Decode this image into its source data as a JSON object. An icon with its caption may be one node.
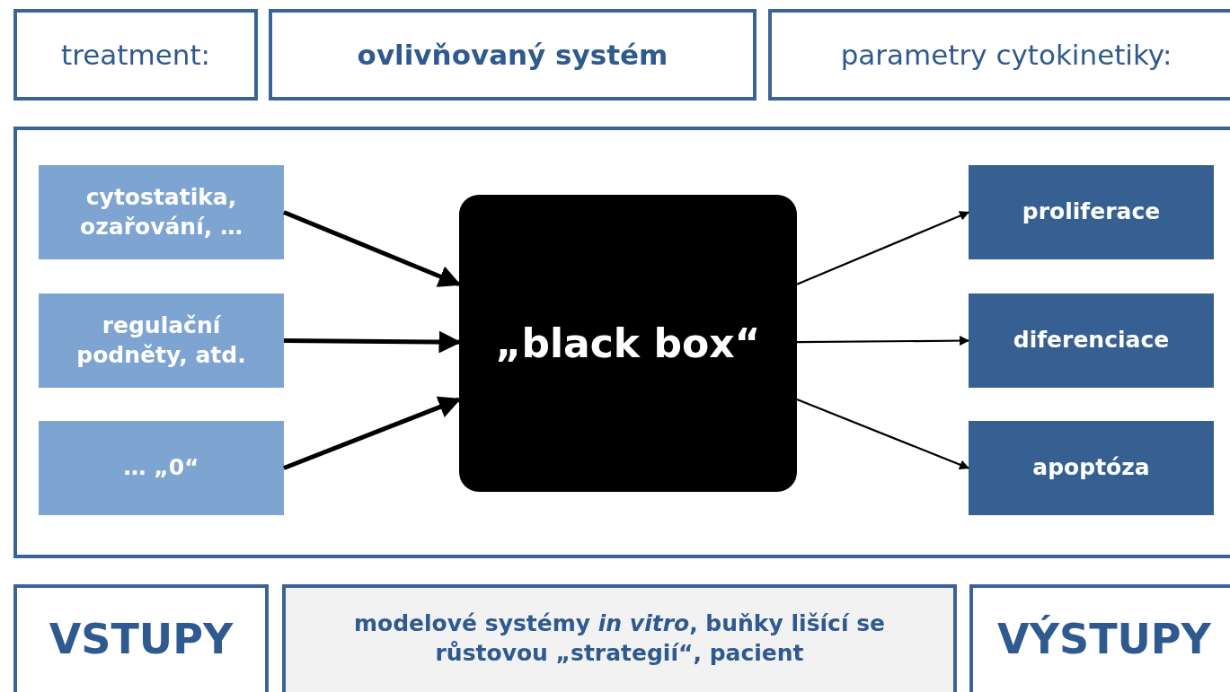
{
  "diagram": {
    "nodes": [
      {
        "text": [
          "treatment:"
        ]
      },
      {
        "text": [
          "**ovlivňovaný systém**"
        ]
      },
      {
        "text": [
          "parametry cytokinetiky:"
        ]
      },
      {
        "text": [],
        "shape": "box"
      },
      {
        "text": [
          "cytostatika, ozařování, …"
        ],
        "in": 3
      },
      {
        "text": [
          "regulační podněty, atd."
        ],
        "in": 3
      },
      {
        "text": [
          "… „0“"
        ],
        "in": 3
      },
      {
        "text": [
          "„black box“"
        ],
        "in": 3
      },
      {
        "text": [
          "proliferace"
        ],
        "in": 3
      },
      {
        "text": [
          "diferenciace"
        ],
        "in": 3
      },
      {
        "text": [
          "apoptóza"
        ],
        "in": 3
      },
      {
        "text": [
          "VSTUPY"
        ]
      },
      {
        "text": [
          "modelové systémy *in vitro*, buňky lišící se růstovou „strategií“, pacient"
        ]
      },
      {
        "text": [
          "VÝSTUPY"
        ]
      }
    ],
    "edges": [
      {
        "from": 4,
        "to": 7,
        "arrow": "to",
        "style": "thick"
      },
      {
        "from": 5,
        "to": 7,
        "arrow": "to",
        "style": "thick"
      },
      {
        "from": 6,
        "to": 7,
        "arrow": "to",
        "style": "thick"
      },
      {
        "from": 7,
        "to": 8,
        "arrow": "to"
      },
      {
        "from": 7,
        "to": 9,
        "arrow": "to"
      },
      {
        "from": 7,
        "to": 10,
        "arrow": "to"
      }
    ]
  }
}
